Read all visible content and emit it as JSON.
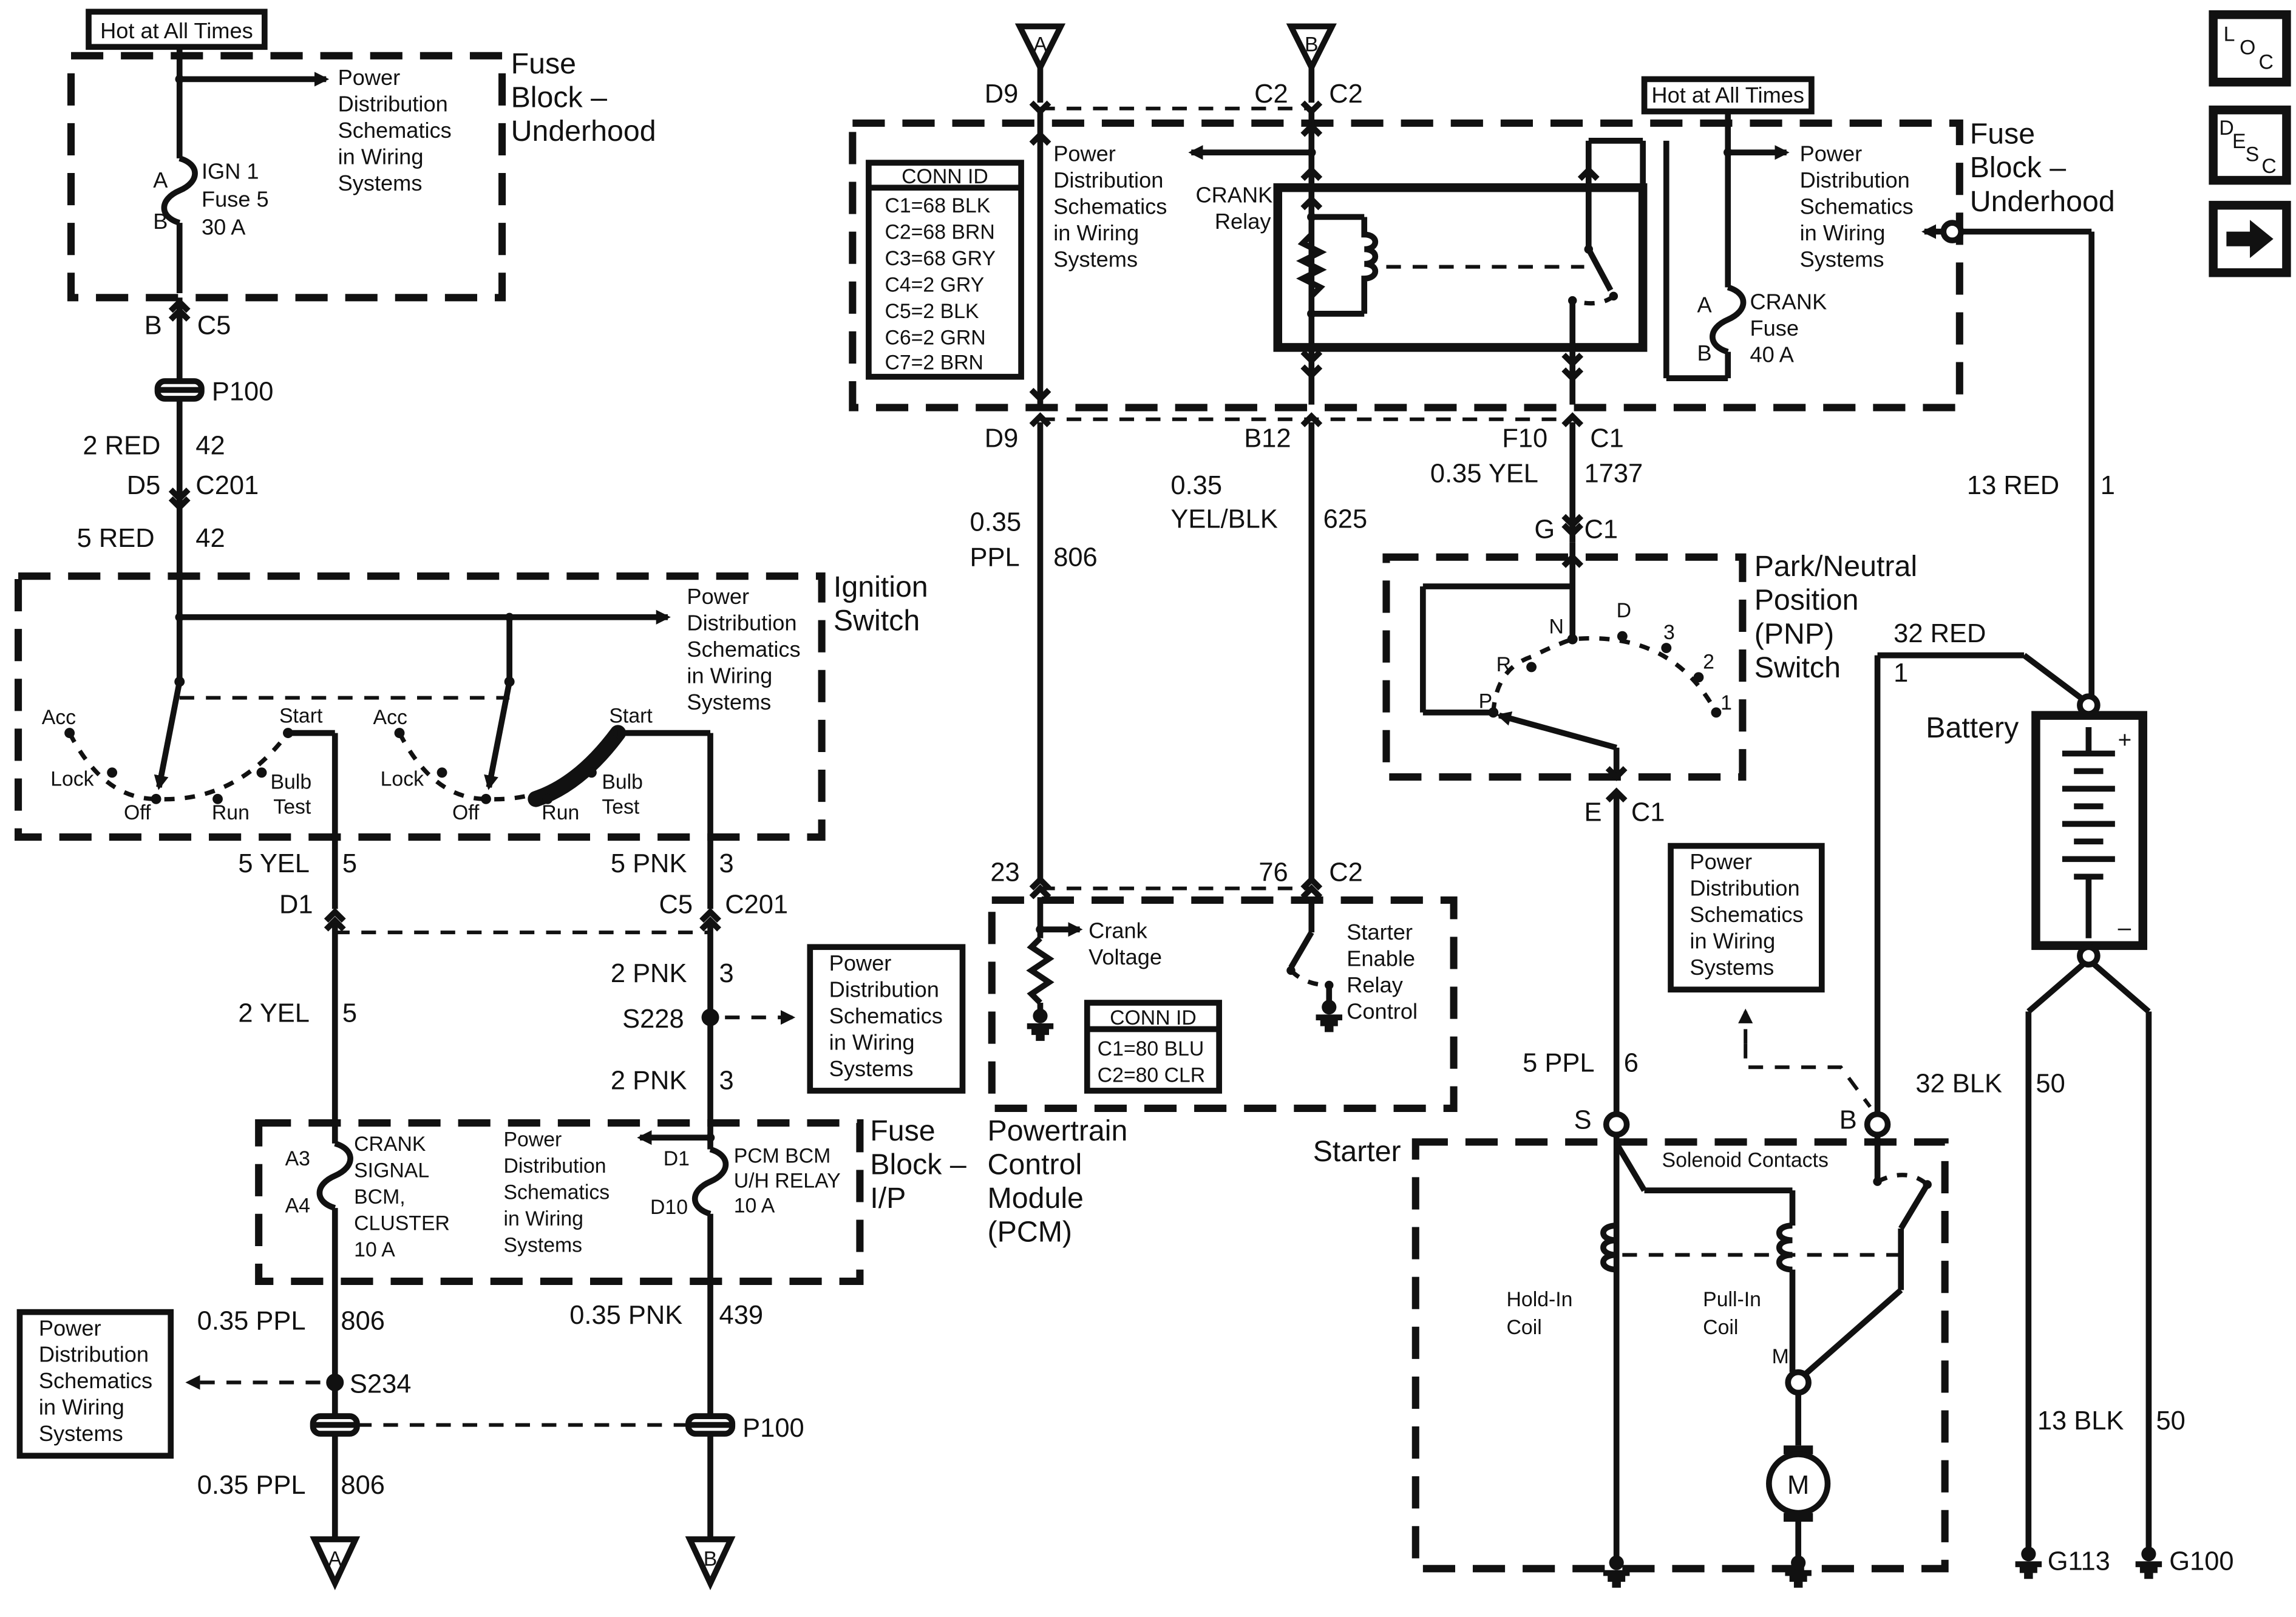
{
  "hot_at_all_times": "Hot at All Times",
  "pds": [
    "Power",
    "Distribution",
    "Schematics",
    "in Wiring",
    "Systems"
  ],
  "fuse_block_underhood": [
    "Fuse",
    "Block –",
    "Underhood"
  ],
  "fuse_block_ip": [
    "Fuse",
    "Block –",
    "I/P"
  ],
  "ignition_switch": [
    "Ignition",
    "Switch"
  ],
  "ign1_fuse": {
    "a": "A",
    "b": "B",
    "lines": [
      "IGN 1",
      "Fuse 5",
      "30 A"
    ]
  },
  "left_column": {
    "b": "B",
    "c5": "C5",
    "p100": "P100",
    "w1g": "2 RED",
    "w1n": "42",
    "d5": "D5",
    "c201": "C201",
    "w2g": "5 RED",
    "w2n": "42",
    "yel_g": "5 YEL",
    "yel_n": "5",
    "pnk_g": "5 PNK",
    "pnk_n": "3",
    "d1": "D1",
    "c5b": "C5",
    "c201b": "C201",
    "yel2_g": "2 YEL",
    "yel2_n": "5",
    "pnk2_g": "2 PNK",
    "pnk2_n": "3",
    "s228": "S228",
    "pnk3_g": "2 PNK",
    "pnk3_n": "3",
    "crank_fuse_a3": "A3",
    "crank_fuse_a4": "A4",
    "crank_fuse": [
      "CRANK",
      "SIGNAL",
      "BCM,",
      "CLUSTER",
      "10 A"
    ],
    "pcm_fuse_d1": "D1",
    "pcm_fuse_d10": "D10",
    "pcm_fuse": [
      "PCM BCM",
      "U/H RELAY",
      "10 A"
    ],
    "ppl_g": "0.35 PPL",
    "ppl_n": "806",
    "pnk4_g": "0.35 PNK",
    "pnk4_n": "439",
    "s234": "S234",
    "p100b": "P100",
    "ppl2_g": "0.35 PPL",
    "ppl2_n": "806",
    "off_a": "A",
    "off_b": "B"
  },
  "switch_labels": {
    "acc": "Acc",
    "lock": "Lock",
    "off": "Off",
    "run": "Run",
    "start": "Start",
    "bulb": "Bulb",
    "test": "Test"
  },
  "top_connectors": {
    "a": "A",
    "b": "B",
    "d9": "D9",
    "c2a": "C2",
    "c2b": "C2"
  },
  "conn_id": {
    "title": "CONN ID",
    "rows": [
      "C1=68 BLK",
      "C2=68 BRN",
      "C3=68 GRY",
      "C4=2 GRY",
      "C5=2 BLK",
      "C6=2 GRN",
      "C7=2 BRN"
    ]
  },
  "crank_relay": [
    "CRANK",
    "Relay"
  ],
  "crank_fuse": {
    "a": "A",
    "b": "B",
    "lines": [
      "CRANK",
      "Fuse",
      "40 A"
    ]
  },
  "middle": {
    "d9": "D9",
    "b12": "B12",
    "f10": "F10",
    "c1": "C1",
    "yel_g": "0.35 YEL",
    "yel_n": "1737",
    "g": "G",
    "c1b": "C1",
    "yb_g1": "0.35",
    "yb_g2": "YEL/BLK",
    "yb_n": "625",
    "ppl_g1": "0.35",
    "ppl_g2": "PPL",
    "ppl_n": "806",
    "p23": "23",
    "p76": "76",
    "c2": "C2",
    "e": "E",
    "c1c": "C1",
    "ppl5_g": "5 PPL",
    "ppl5_n": "6"
  },
  "pnp": {
    "title": [
      "Park/Neutral",
      "Position",
      "(PNP)",
      "Switch"
    ],
    "positions": [
      "N",
      "D",
      "3",
      "2",
      "1",
      "R",
      "P"
    ]
  },
  "pcm": {
    "crank_voltage": [
      "Crank",
      "Voltage"
    ],
    "starter_enable": [
      "Starter",
      "Enable",
      "Relay",
      "Control"
    ],
    "conn_title": "CONN ID",
    "conn_rows": [
      "C1=80 BLU",
      "C2=80 CLR"
    ],
    "name": [
      "Powertrain",
      "Control",
      "Module",
      "(PCM)"
    ]
  },
  "starter": {
    "title": "Starter",
    "s": "S",
    "b": "B",
    "m": "M",
    "solenoid": "Solenoid Contacts",
    "hold": [
      "Hold-In",
      "Coil"
    ],
    "pull": [
      "Pull-In",
      "Coil"
    ],
    "motor": "M"
  },
  "battery": {
    "title": "Battery",
    "plus": "+",
    "minus": "–",
    "w13red_g": "13 RED",
    "w13red_n": "1",
    "w32red_g": "32 RED",
    "w32red_n": "1",
    "w32blk_g": "32 BLK",
    "w32blk_n": "50",
    "w13blk_g": "13 BLK",
    "w13blk_n": "50",
    "g113": "G113",
    "g100": "G100"
  },
  "nav": {
    "loc": [
      "L",
      "O",
      "C"
    ],
    "desc": [
      "D",
      "E",
      "S",
      "C"
    ],
    "next": "➡"
  }
}
